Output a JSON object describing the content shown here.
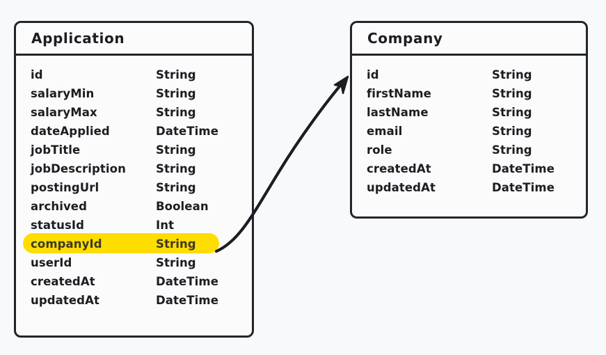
{
  "diagram": {
    "type": "entity-relationship-diagram",
    "background_color": "#f8f9fa",
    "line_color": "#22252a",
    "highlight_color": "#ffdd00",
    "entities": [
      {
        "id": "application",
        "title": "Application",
        "fields": [
          {
            "name": "id",
            "type": "String",
            "highlighted": false
          },
          {
            "name": "salaryMin",
            "type": "String",
            "highlighted": false
          },
          {
            "name": "salaryMax",
            "type": "String",
            "highlighted": false
          },
          {
            "name": "dateApplied",
            "type": "DateTime",
            "highlighted": false
          },
          {
            "name": "jobTitle",
            "type": "String",
            "highlighted": false
          },
          {
            "name": "jobDescription",
            "type": "String",
            "highlighted": false
          },
          {
            "name": "postingUrl",
            "type": "String",
            "highlighted": false
          },
          {
            "name": "archived",
            "type": "Boolean",
            "highlighted": false
          },
          {
            "name": "statusId",
            "type": "Int",
            "highlighted": false
          },
          {
            "name": "companyId",
            "type": "String",
            "highlighted": true
          },
          {
            "name": "userId",
            "type": "String",
            "highlighted": false
          },
          {
            "name": "createdAt",
            "type": "DateTime",
            "highlighted": false
          },
          {
            "name": "updatedAt",
            "type": "DateTime",
            "highlighted": false
          }
        ]
      },
      {
        "id": "company",
        "title": "Company",
        "fields": [
          {
            "name": "id",
            "type": "String",
            "highlighted": false
          },
          {
            "name": "firstName",
            "type": "String",
            "highlighted": false
          },
          {
            "name": "lastName",
            "type": "String",
            "highlighted": false
          },
          {
            "name": "email",
            "type": "String",
            "highlighted": false
          },
          {
            "name": "role",
            "type": "String",
            "highlighted": false
          },
          {
            "name": "createdAt",
            "type": "DateTime",
            "highlighted": false
          },
          {
            "name": "updatedAt",
            "type": "DateTime",
            "highlighted": false
          }
        ]
      }
    ],
    "relation": {
      "from_entity": "application",
      "from_field": "companyId",
      "to_entity": "company",
      "to_field": "id",
      "style": "curved-arrow"
    }
  }
}
